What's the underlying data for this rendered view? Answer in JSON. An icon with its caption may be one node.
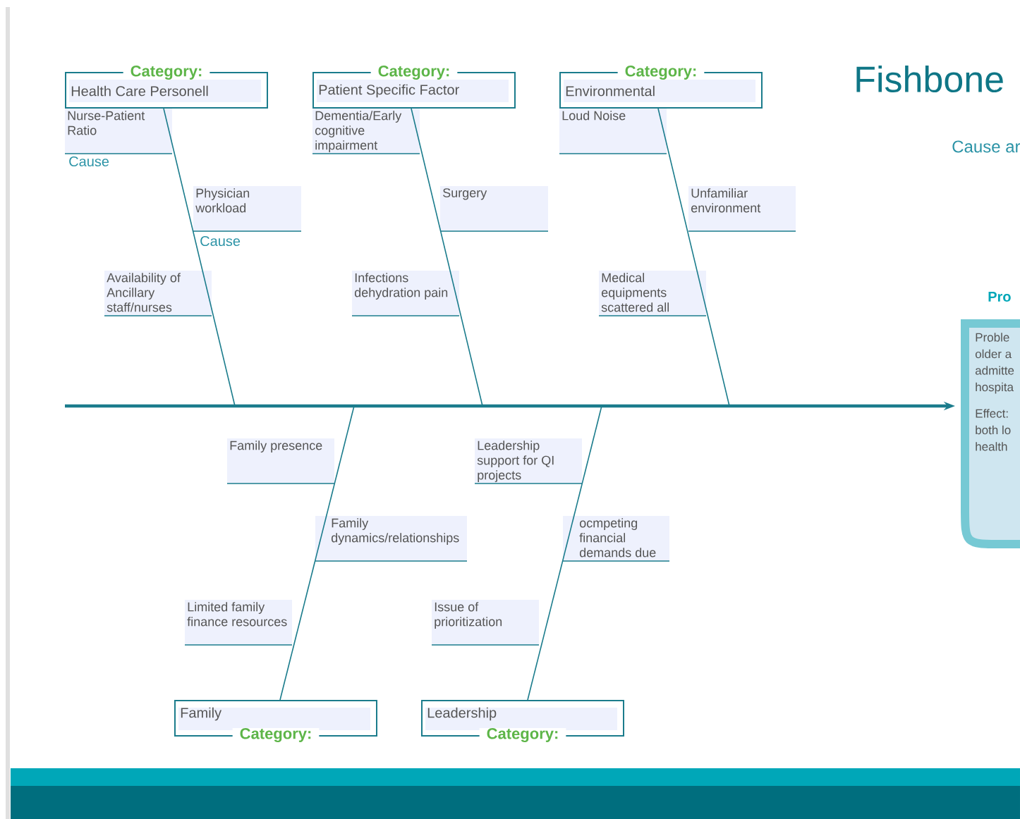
{
  "diagram": {
    "title": "Fishbone",
    "nodes": [
      {
        "text": [
          "Category:",
          "Health Care Personell"
        ]
      },
      {
        "text": [
          "Category:",
          "Patient Specific Factor"
        ]
      },
      {
        "text": [
          "Category:",
          "Environmental"
        ]
      },
      {
        "text": [
          "Nurse-Patient Ratio"
        ],
        "beside": [
          "Cause"
        ]
      },
      {
        "text": [
          "Dementia/Early cognitive impairment"
        ]
      },
      {
        "text": [
          "Loud Noise"
        ]
      },
      {
        "text": [
          "Physician workload"
        ],
        "beside": [
          "Cause"
        ]
      },
      {
        "text": [
          "Surgery"
        ]
      },
      {
        "text": [
          "Unfamiliar environment"
        ]
      },
      {
        "text": [
          "Availability of Ancillary staff/nurses"
        ]
      },
      {
        "text": [
          "Infections dehydration pain"
        ]
      },
      {
        "text": [
          "Medical equipments scattered all"
        ]
      },
      {
        "text": [
          "Pro",
          "Proble older a admitte hospita",
          "Effect: both lo health"
        ]
      },
      {
        "text": [
          "Family presence"
        ]
      },
      {
        "text": [
          "Leadership support for QI projects"
        ]
      },
      {
        "text": [
          "Family dynamics/relationships"
        ]
      },
      {
        "text": [
          "ocmpeting financial demands due"
        ]
      },
      {
        "text": [
          "Limited family finance resources"
        ]
      },
      {
        "text": [
          "Issue of prioritization"
        ]
      },
      {
        "text": [
          "Family",
          "Category:"
        ]
      },
      {
        "text": [
          "Leadership",
          "Category:"
        ]
      }
    ],
    "edges": [
      {
        "from": 0,
        "to": null,
        "arrow": "none"
      },
      {
        "from": 1,
        "to": null,
        "arrow": "none"
      },
      {
        "from": 2,
        "to": null,
        "arrow": "none"
      },
      {
        "from": 19,
        "to": null,
        "arrow": "none"
      },
      {
        "from": 20,
        "to": null,
        "arrow": "none"
      },
      {
        "from": null,
        "to": 12,
        "arrow": "to",
        "style": "thick"
      }
    ],
    "labels": [
      "Cause ar"
    ]
  }
}
